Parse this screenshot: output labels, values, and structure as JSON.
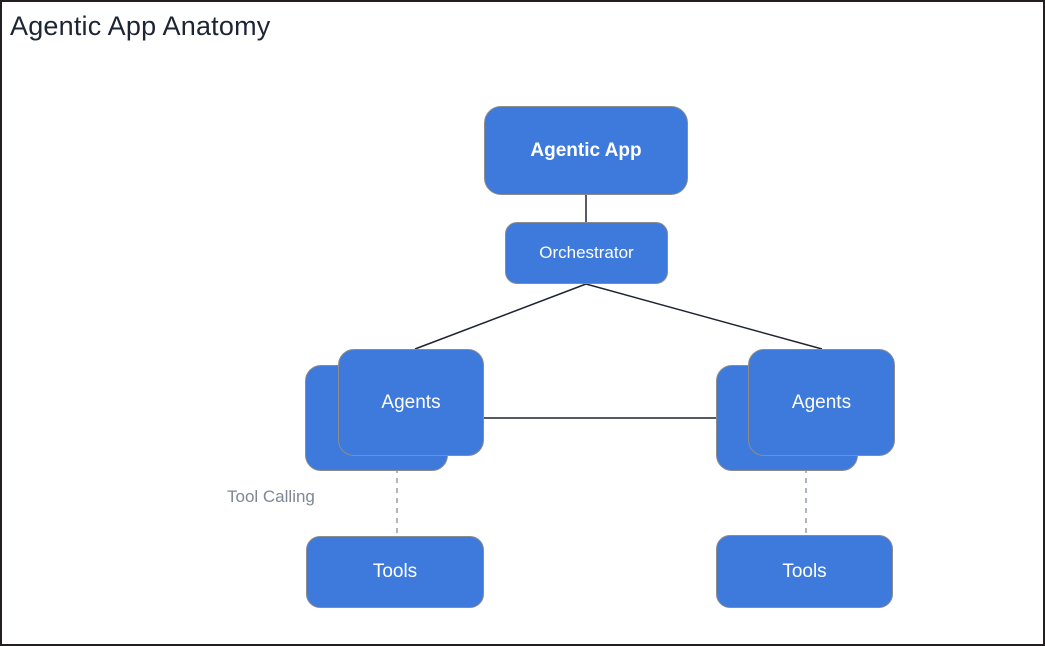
{
  "title": "Agentic App Anatomy",
  "diagram": {
    "nodes": {
      "agentic_app": {
        "label": "Agentic App"
      },
      "orchestrator": {
        "label": "Orchestrator"
      },
      "agents_left": {
        "label": "Agents"
      },
      "agents_right": {
        "label": "Agents"
      },
      "tools_left": {
        "label": "Tools"
      },
      "tools_right": {
        "label": "Tools"
      }
    },
    "edge_labels": {
      "tool_calling": "Tool Calling"
    },
    "edges": [
      {
        "from": "agentic_app",
        "to": "orchestrator",
        "style": "solid"
      },
      {
        "from": "orchestrator",
        "to": "agents_left",
        "style": "solid"
      },
      {
        "from": "orchestrator",
        "to": "agents_right",
        "style": "solid"
      },
      {
        "from": "agents_left",
        "to": "agents_right",
        "style": "solid"
      },
      {
        "from": "agents_left",
        "to": "tools_left",
        "style": "dashed",
        "label": "Tool Calling"
      },
      {
        "from": "agents_right",
        "to": "tools_right",
        "style": "dashed"
      }
    ],
    "colors": {
      "node_fill": "#3e7adb",
      "node_border": "#8c8c8c",
      "node_text": "#ffffff",
      "connector_solid": "#1d2433",
      "connector_dashed": "#8f96a3",
      "title_text": "#1d2433",
      "edge_label_text": "#7e8795",
      "canvas_border": "#231f20",
      "background": "#ffffff"
    }
  }
}
